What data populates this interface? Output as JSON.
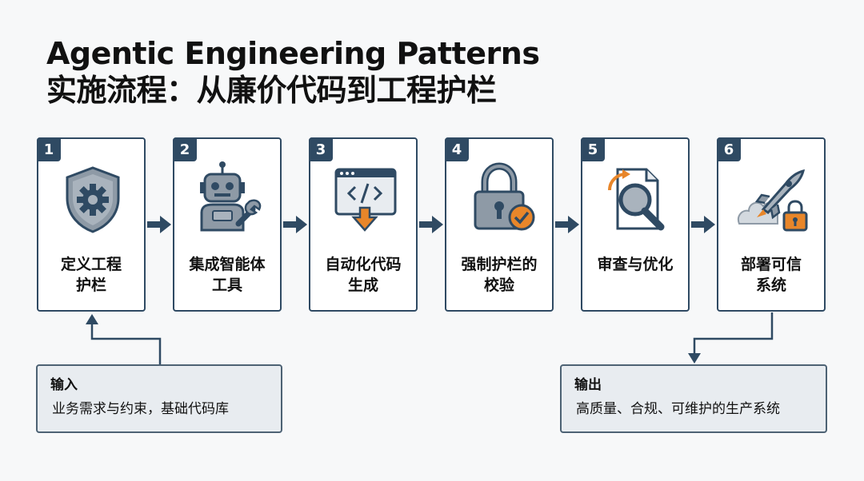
{
  "title": {
    "line1": "Agentic Engineering Patterns",
    "line2": "实施流程：从廉价代码到工程护栏"
  },
  "steps": [
    {
      "number": "1",
      "label_line1": "定义工程",
      "label_line2": "护栏",
      "icon": "shield-gear-icon"
    },
    {
      "number": "2",
      "label_line1": "集成智能体",
      "label_line2": "工具",
      "icon": "robot-wrench-icon"
    },
    {
      "number": "3",
      "label_line1": "自动化代码",
      "label_line2": "生成",
      "icon": "code-window-icon"
    },
    {
      "number": "4",
      "label_line1": "强制护栏的",
      "label_line2": "校验",
      "icon": "padlock-check-icon"
    },
    {
      "number": "5",
      "label_line1": "审查与优化",
      "label_line2": "",
      "icon": "document-magnifier-icon"
    },
    {
      "number": "6",
      "label_line1": "部署可信",
      "label_line2": "系统",
      "icon": "rocket-lock-icon"
    }
  ],
  "input": {
    "title": "输入",
    "text": "业务需求与约束，基础代码库"
  },
  "output": {
    "title": "输出",
    "text": "高质量、合规、可维护的生产系统"
  },
  "colors": {
    "primary": "#2f4a63",
    "accent": "#e8862a",
    "icon_gray": "#8e9aa6",
    "box_fill": "#e8ecf0"
  }
}
